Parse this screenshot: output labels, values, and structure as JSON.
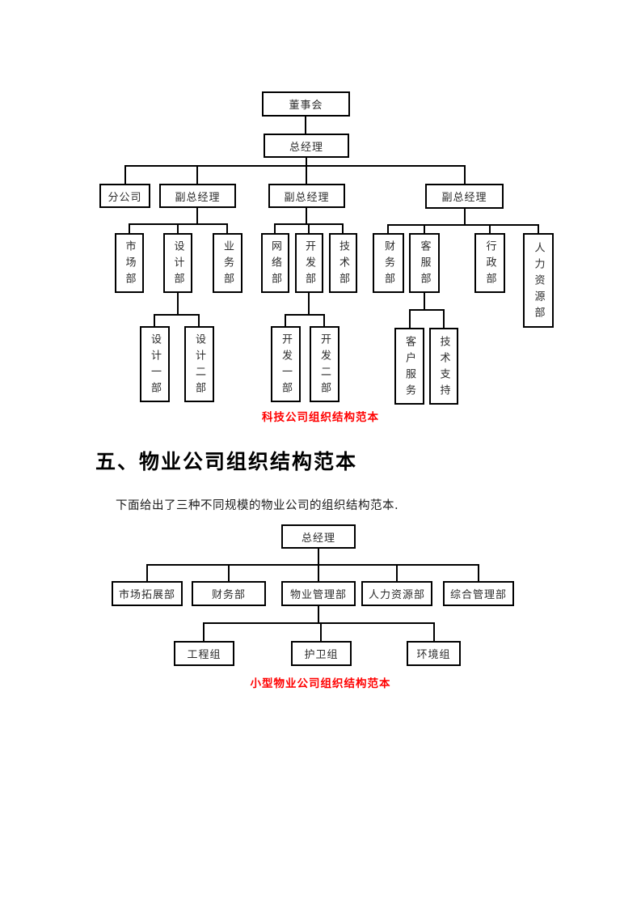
{
  "colors": {
    "caption_red": "#ff0000",
    "line": "#000000",
    "background": "#ffffff"
  },
  "chart1": {
    "caption": "科技公司组织结构范本",
    "nodes": {
      "board": "董事会",
      "gm": "总经理",
      "branch": "分公司",
      "vp1": "副总经理",
      "vp2": "副总经理",
      "vp3": "副总经理",
      "market": "市场部",
      "design": "设计部",
      "business": "业务部",
      "network": "网络部",
      "dev": "开发部",
      "tech": "技术部",
      "finance": "财务部",
      "service": "客服部",
      "admin": "行政部",
      "hr": "人力资源部",
      "design1": "设计一部",
      "design2": "设计二部",
      "dev1": "开发一部",
      "dev2": "开发二部",
      "customer_service": "客户服务",
      "tech_support": "技术支持"
    }
  },
  "section": {
    "heading": "五、物业公司组织结构范本",
    "paragraph": "下面给出了三种不同规模的物业公司的组织结构范本."
  },
  "chart2": {
    "caption": "小型物业公司组织结构范本",
    "nodes": {
      "gm": "总经理",
      "market_expansion": "市场拓展部",
      "finance": "财务部",
      "property_mgmt": "物业管理部",
      "hr": "人力资源部",
      "general_mgmt": "综合管理部",
      "engineering": "工程组",
      "guard": "护卫组",
      "environment": "环境组"
    }
  }
}
